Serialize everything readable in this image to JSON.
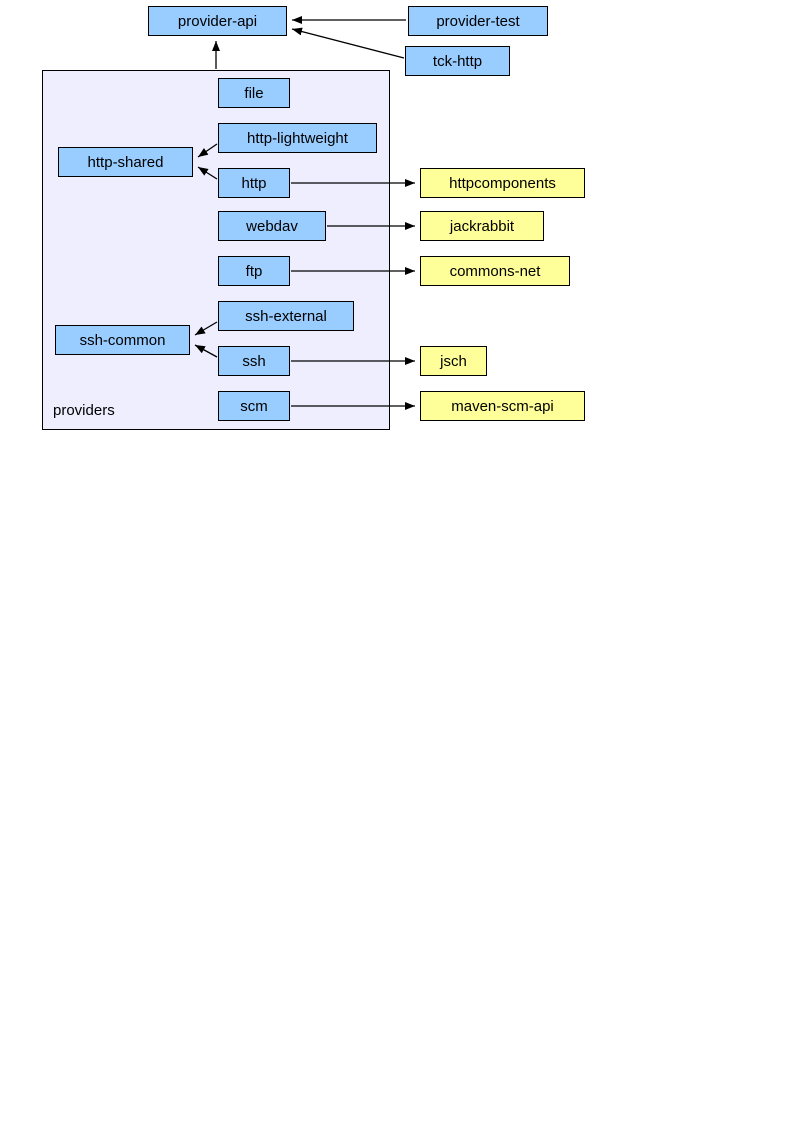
{
  "diagram": {
    "container_label": "providers",
    "colors": {
      "module_fill": "#99ccff",
      "external_fill": "#ffff99",
      "container_fill": "#eeeeff",
      "border": "#000000"
    },
    "nodes": {
      "provider-api": {
        "label": "provider-api",
        "type": "module"
      },
      "provider-test": {
        "label": "provider-test",
        "type": "module"
      },
      "tck-http": {
        "label": "tck-http",
        "type": "module"
      },
      "file": {
        "label": "file",
        "type": "module"
      },
      "http-lightweight": {
        "label": "http-lightweight",
        "type": "module"
      },
      "http-shared": {
        "label": "http-shared",
        "type": "module"
      },
      "http": {
        "label": "http",
        "type": "module"
      },
      "webdav": {
        "label": "webdav",
        "type": "module"
      },
      "ftp": {
        "label": "ftp",
        "type": "module"
      },
      "ssh-external": {
        "label": "ssh-external",
        "type": "module"
      },
      "ssh-common": {
        "label": "ssh-common",
        "type": "module"
      },
      "ssh": {
        "label": "ssh",
        "type": "module"
      },
      "scm": {
        "label": "scm",
        "type": "module"
      },
      "httpcomponents": {
        "label": "httpcomponents",
        "type": "external"
      },
      "jackrabbit": {
        "label": "jackrabbit",
        "type": "external"
      },
      "commons-net": {
        "label": "commons-net",
        "type": "external"
      },
      "jsch": {
        "label": "jsch",
        "type": "external"
      },
      "maven-scm-api": {
        "label": "maven-scm-api",
        "type": "external"
      }
    },
    "edges": [
      {
        "from": "provider-test",
        "to": "provider-api"
      },
      {
        "from": "tck-http",
        "to": "provider-api"
      },
      {
        "from": "providers",
        "to": "provider-api"
      },
      {
        "from": "http-lightweight",
        "to": "http-shared"
      },
      {
        "from": "http",
        "to": "http-shared"
      },
      {
        "from": "http",
        "to": "httpcomponents"
      },
      {
        "from": "webdav",
        "to": "jackrabbit"
      },
      {
        "from": "ftp",
        "to": "commons-net"
      },
      {
        "from": "ssh-external",
        "to": "ssh-common"
      },
      {
        "from": "ssh",
        "to": "ssh-common"
      },
      {
        "from": "ssh",
        "to": "jsch"
      },
      {
        "from": "scm",
        "to": "maven-scm-api"
      }
    ]
  }
}
